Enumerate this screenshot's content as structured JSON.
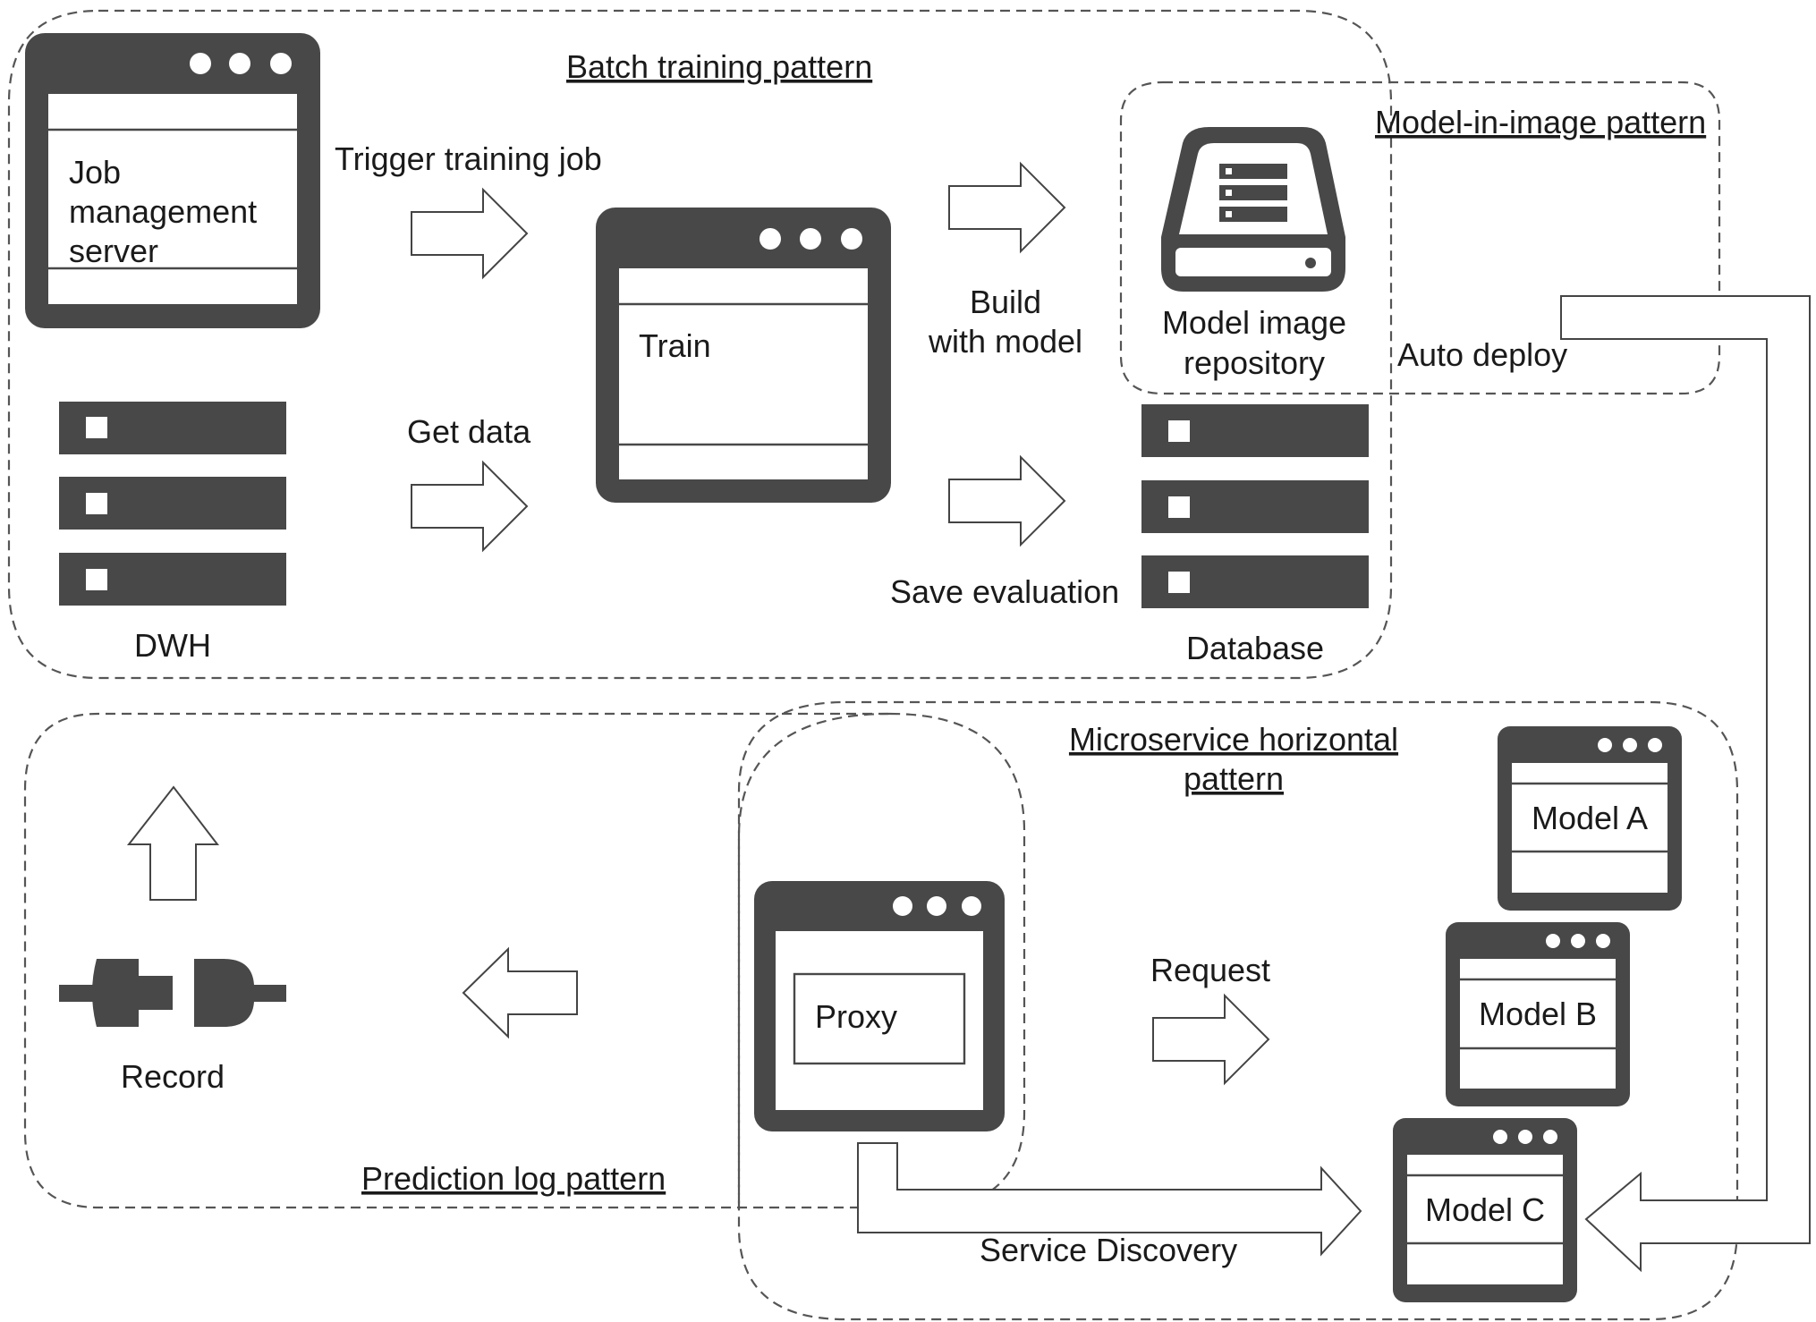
{
  "patterns": {
    "batch_training": "Batch training pattern",
    "model_in_image": "Model-in-image pattern",
    "microservice_line1": "Microservice horizontal",
    "microservice_line2": "pattern",
    "prediction_log": "Prediction log pattern"
  },
  "nodes": {
    "job_server_line1": "Job",
    "job_server_line2": "management",
    "job_server_line3": "server",
    "train": "Train",
    "dwh": "DWH",
    "model_repo_line1": "Model image",
    "model_repo_line2": "repository",
    "database": "Database",
    "record": "Record",
    "proxy": "Proxy",
    "model_a": "Model A",
    "model_b": "Model B",
    "model_c": "Model C"
  },
  "edges": {
    "trigger": "Trigger training job",
    "get_data": "Get data",
    "build_line1": "Build",
    "build_line2": "with model",
    "save_eval": "Save evaluation",
    "auto_deploy": "Auto deploy",
    "request": "Request",
    "service_discovery": "Service Discovery"
  },
  "colors": {
    "icon": "#484848",
    "dashed_border": "#555555",
    "arrow_outline": "#444444"
  }
}
